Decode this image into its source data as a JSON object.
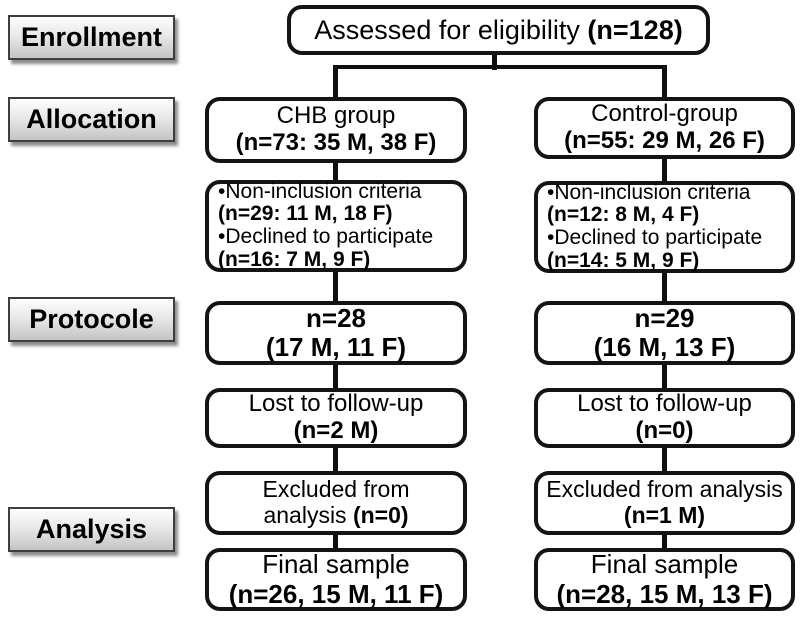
{
  "stage_labels": {
    "enrollment": "Enrollment",
    "allocation": "Allocation",
    "protocole": "Protocole",
    "analysis": "Analysis"
  },
  "assessed": {
    "text": "Assessed for eligibility ",
    "n": "(n=128)"
  },
  "chb": {
    "group": {
      "name": "CHB group",
      "n": "(n=73: 35 M, 38 F)"
    },
    "exclusion": {
      "item1_label": "•Non-inclusion criteria",
      "item1_n": "(n=29: 11 M, 18 F)",
      "item2_label": "•Declined to participate",
      "item2_n": "(n=16: 7 M, 9 F)"
    },
    "protocol": {
      "n": "n=28",
      "detail": "(17 M, 11 F)"
    },
    "lost": {
      "text": "Lost to follow-up",
      "n": "(n=2 M)"
    },
    "excluded": {
      "line1": "Excluded from",
      "line2": "analysis ",
      "n": "(n=0)"
    },
    "final": {
      "text": "Final sample",
      "n": "(n=26, 15 M, 11 F)"
    }
  },
  "control": {
    "group": {
      "name": "Control-group",
      "n": "(n=55: 29 M, 26 F)"
    },
    "exclusion": {
      "item1_label": "•Non-inclusion criteria",
      "item1_n": "(n=12: 8 M, 4 F)",
      "item2_label": "•Declined to participate",
      "item2_n": "(n=14: 5 M, 9 F)"
    },
    "protocol": {
      "n": "n=29",
      "detail": "(16 M, 13 F)"
    },
    "lost": {
      "text": "Lost to follow-up",
      "n": "(n=0)"
    },
    "excluded": {
      "line1": "Excluded from analysis",
      "line2": "",
      "n": "(n=1 M)"
    },
    "final": {
      "text": "Final sample",
      "n": "(n=28, 15 M, 13 F)"
    }
  }
}
